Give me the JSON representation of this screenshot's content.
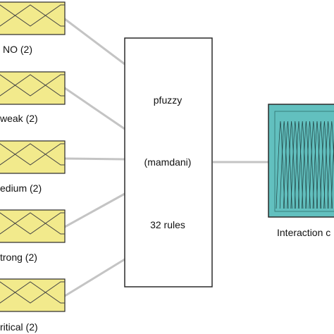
{
  "inputs": [
    {
      "label": "NO (2)"
    },
    {
      "label": "weak (2)"
    },
    {
      "label": "edium (2)"
    },
    {
      "label": "trong (2)"
    },
    {
      "label": "ritical (2)"
    }
  ],
  "system": {
    "name": "pfuzzy",
    "type": "(mamdani)",
    "rules": "32 rules"
  },
  "output": {
    "label": "Interaction c"
  },
  "colors": {
    "input_box": "#f2ea8c",
    "input_border": "#2a2a2a",
    "output_box": "#62c0bf",
    "connector": "#c4c4c4",
    "system_box": "#ffffff"
  }
}
